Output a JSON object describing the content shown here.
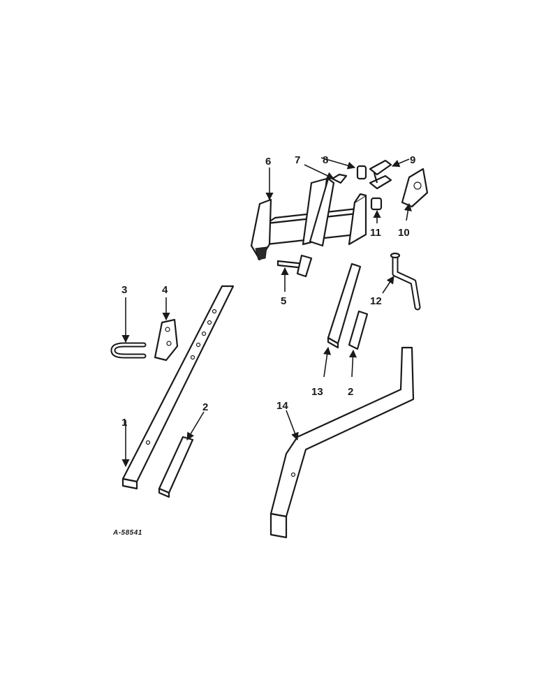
{
  "diagram": {
    "reference": "A-58541",
    "callouts": [
      {
        "id": "c1",
        "label": "1"
      },
      {
        "id": "c2a",
        "label": "2"
      },
      {
        "id": "c2b",
        "label": "2"
      },
      {
        "id": "c3",
        "label": "3"
      },
      {
        "id": "c4",
        "label": "4"
      },
      {
        "id": "c5",
        "label": "5"
      },
      {
        "id": "c6",
        "label": "6"
      },
      {
        "id": "c7",
        "label": "7"
      },
      {
        "id": "c8",
        "label": "8"
      },
      {
        "id": "c9",
        "label": "9"
      },
      {
        "id": "c10",
        "label": "10"
      },
      {
        "id": "c11",
        "label": "11"
      },
      {
        "id": "c12",
        "label": "12"
      },
      {
        "id": "c13",
        "label": "13"
      },
      {
        "id": "c14",
        "label": "14"
      }
    ]
  }
}
